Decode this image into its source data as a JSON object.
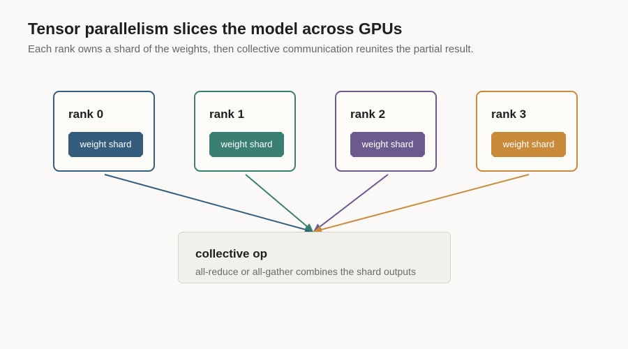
{
  "header": {
    "title": "Tensor parallelism slices the model across GPUs",
    "subtitle": "Each rank owns a shard of the weights, then collective communication reunites the partial result."
  },
  "ranks": [
    {
      "label": "rank 0",
      "shard": "weight shard",
      "color": "#335c7d"
    },
    {
      "label": "rank 1",
      "shard": "weight shard",
      "color": "#3a7f72"
    },
    {
      "label": "rank 2",
      "shard": "weight shard",
      "color": "#6b5a8e"
    },
    {
      "label": "rank 3",
      "shard": "weight shard",
      "color": "#c98b3a"
    }
  ],
  "collective": {
    "title": "collective op",
    "description": "all-reduce or all-gather combines the shard outputs"
  }
}
